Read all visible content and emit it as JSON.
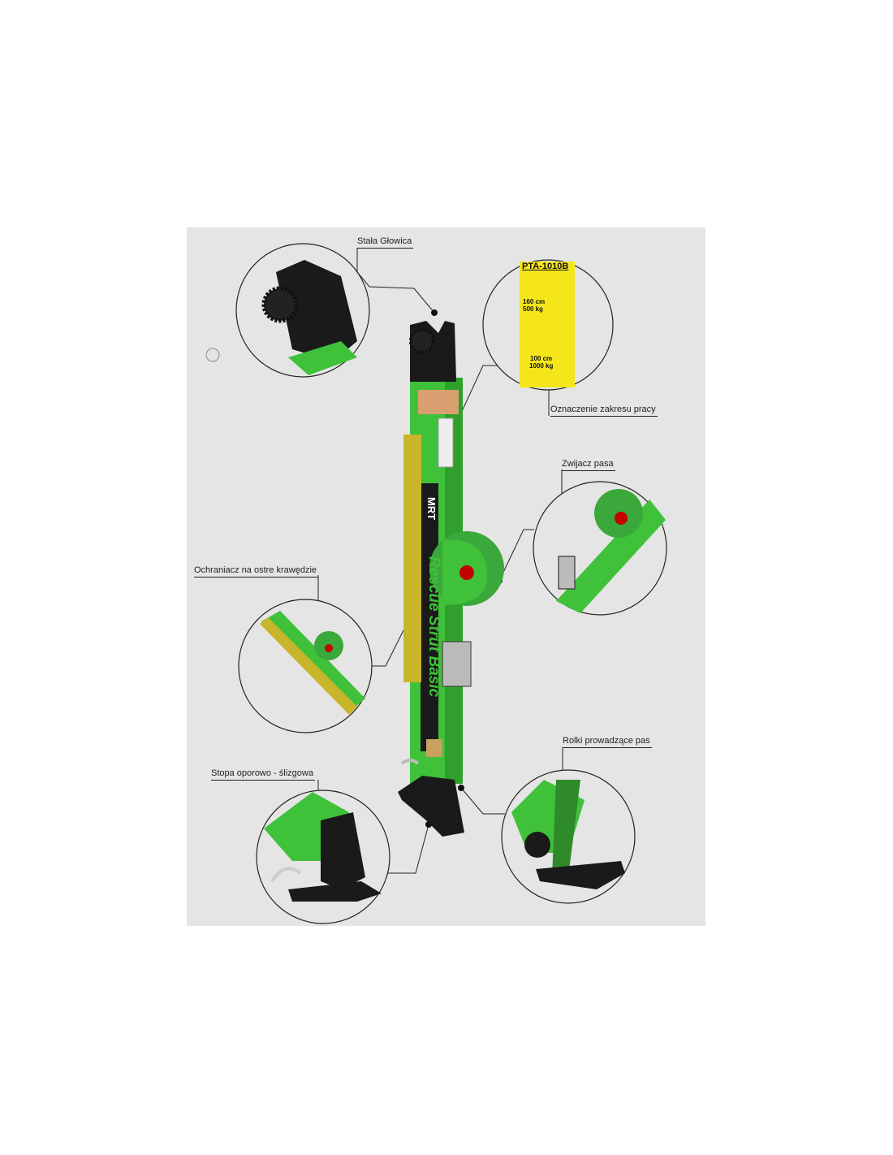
{
  "callouts": {
    "head": "Stała Głowica",
    "range": "Oznaczenie zakresu pracy",
    "reel": "Zwijacz pasa",
    "protector": "Ochraniacz na ostre krawędzie",
    "foot": "Stopa oporowo - ślizgowa",
    "rollers": "Rolki prowadzące pas"
  },
  "range_label": {
    "model": "PTA-1010B",
    "upper_length": "160 cm",
    "upper_load": "500 kg",
    "lower_length": "100 cm",
    "lower_load": "1000 kg"
  },
  "strut": {
    "brand": "MRT",
    "name": "Rescue Strut Basic"
  },
  "colors": {
    "panel": "#e5e5e5",
    "green": "#3fc13a",
    "yellow": "#f5e61a",
    "black": "#1a1a1a"
  }
}
